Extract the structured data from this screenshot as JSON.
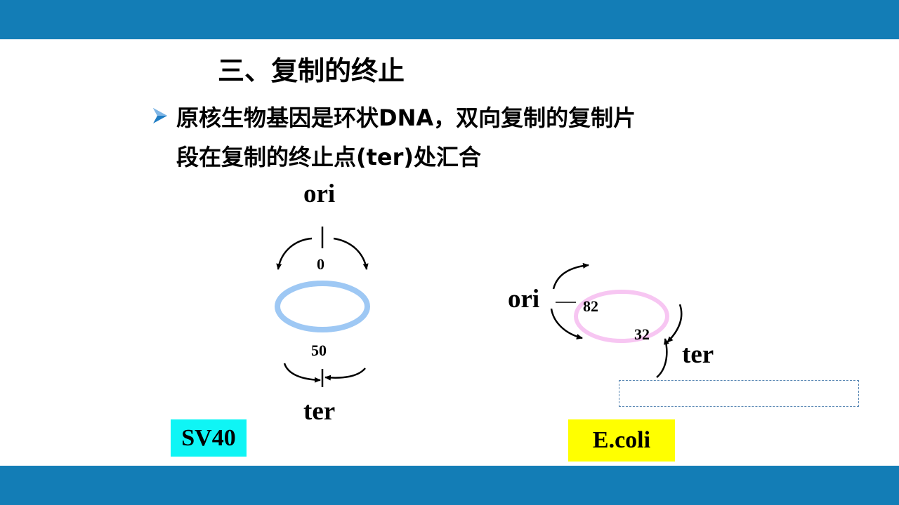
{
  "slide": {
    "title": "三、复制的终止",
    "bullet_line1": "原核生物基因是环状DNA，双向复制的复制片",
    "bullet_line2": "段在复制的终止点(ter)处汇合",
    "colors": {
      "band": "#137db6",
      "bullet_arrow": "#1f7dc4",
      "sv40_ring": "#9ec8f4",
      "ecoli_ring": "#f7c6f2",
      "sv40_tag_bg": "#0ff5f5",
      "ecoli_tag_bg": "#ffff00"
    }
  },
  "sv40": {
    "ori_label": "ori",
    "pos_ori": "0",
    "pos_ter": "50",
    "ter_label": "ter",
    "tag": "SV40"
  },
  "ecoli": {
    "ori_label": "ori",
    "pos_ori": "82",
    "pos_ter": "32",
    "ter_label": "ter",
    "tag": "E.coli"
  }
}
